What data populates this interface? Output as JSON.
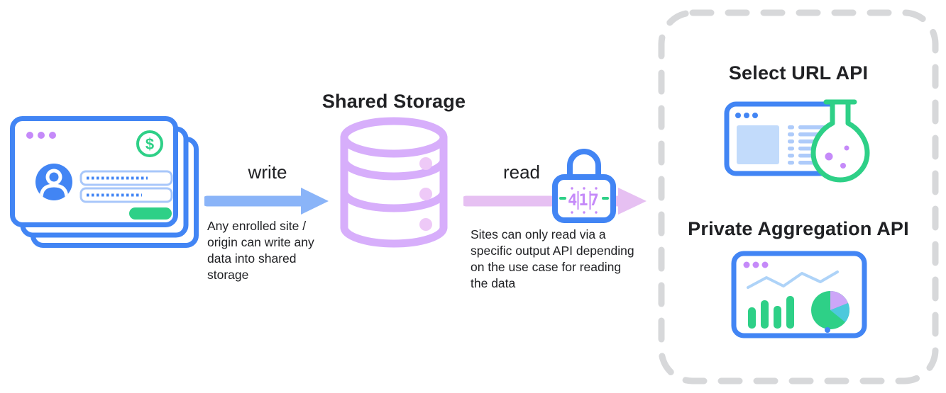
{
  "colors": {
    "blue": "#4285f4",
    "light_blue": "#8ab4f8",
    "pale_blue": "#c2dbfb",
    "soft_blue": "#aecbfa",
    "field_blue": "#a8c7fa",
    "chart_line": "#aed3f8",
    "purple": "#d7aefb",
    "purple_dots": "#c58af9",
    "pink_arrow": "#e6c0f2",
    "pink_dots": "#eec9f7",
    "green": "#2ed087",
    "pie_purple": "#cda6f8",
    "pie_teal": "#4cc9dc",
    "gray_dash": "#d7d8da",
    "text": "#202124"
  },
  "left_panel": {
    "dollar_sign": "$"
  },
  "write": {
    "label": "write",
    "caption": "Any enrolled site / origin can write any data into shared storage"
  },
  "storage": {
    "title": "Shared Storage"
  },
  "read": {
    "label": "read",
    "caption": "Sites can only read via a specific output API depending on the use case for reading the data",
    "lock_code": "417"
  },
  "output_apis": {
    "select_url_title": "Select URL API",
    "private_aggregation_title": "Private Aggregation API"
  }
}
